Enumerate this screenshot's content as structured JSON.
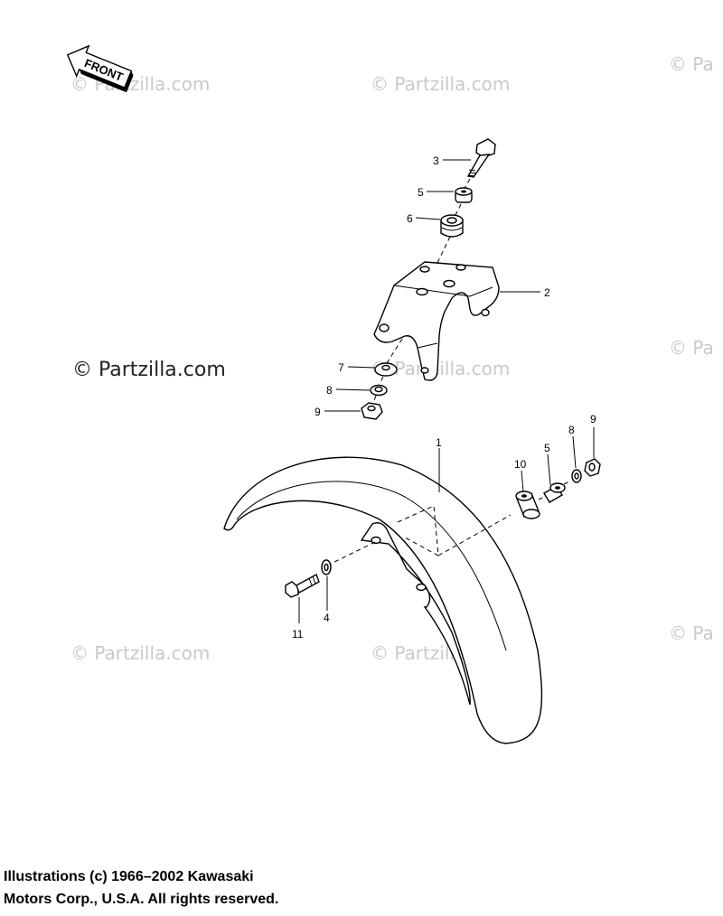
{
  "front_arrow": {
    "label": "FRONT"
  },
  "watermarks": {
    "faint": "© Partzilla.com",
    "faint_cut": "© Pa",
    "dark": "© Partzilla.com"
  },
  "callouts": {
    "c1": "1",
    "c2": "2",
    "c3": "3",
    "c4": "4",
    "c5a": "5",
    "c5b": "5",
    "c6": "6",
    "c7": "7",
    "c8a": "8",
    "c8b": "8",
    "c9a": "9",
    "c9b": "9",
    "c10": "10",
    "c11": "11"
  },
  "copyright": {
    "line1": "Illustrations (c) 1966–2002 Kawasaki",
    "line2": "Motors Corp., U.S.A.  All rights reserved."
  }
}
